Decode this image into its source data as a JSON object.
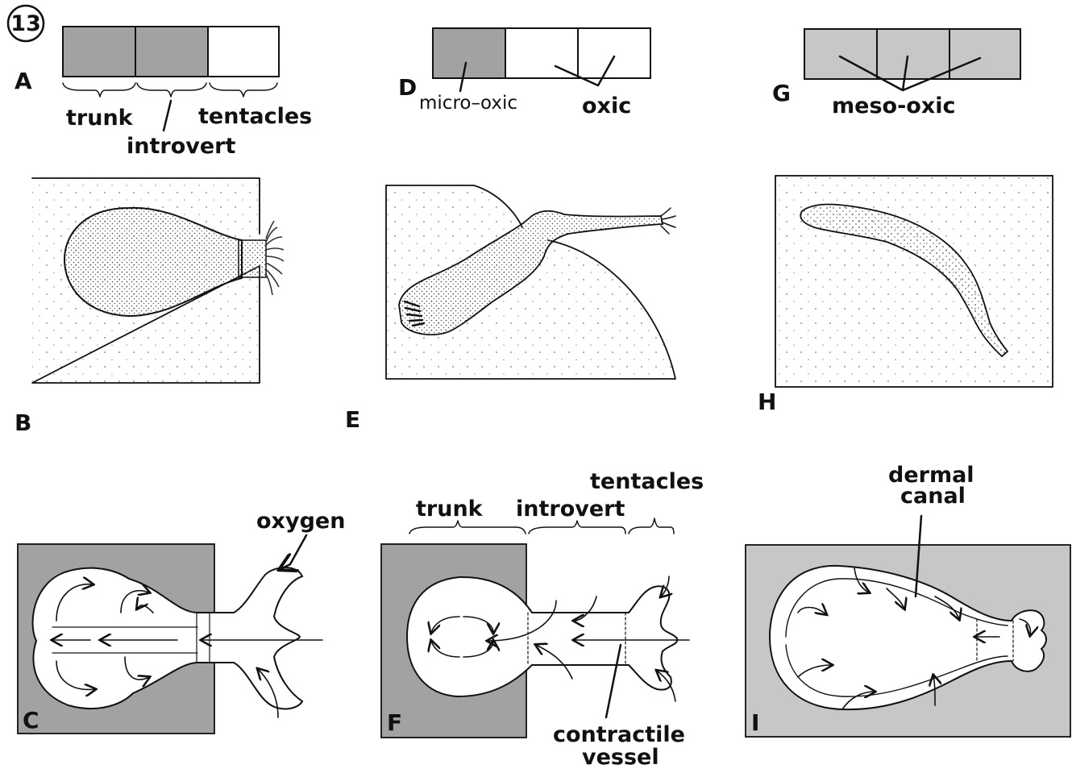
{
  "figure_number": "13",
  "panels": {
    "A": {
      "letter": "A",
      "labels": {
        "trunk": "trunk",
        "introvert": "introvert",
        "tentacles": "tentacles"
      }
    },
    "B": {
      "letter": "B"
    },
    "C": {
      "letter": "C",
      "labels": {
        "oxygen": "oxygen"
      }
    },
    "D": {
      "letter": "D",
      "labels": {
        "micro_oxic": "micro–oxic",
        "oxic": "oxic"
      }
    },
    "E": {
      "letter": "E"
    },
    "F": {
      "letter": "F",
      "labels": {
        "trunk": "trunk",
        "introvert": "introvert",
        "tentacles": "tentacles",
        "contractile": "contractile",
        "vessel": "vessel"
      }
    },
    "G": {
      "letter": "G",
      "labels": {
        "meso_oxic": "meso-oxic"
      }
    },
    "H": {
      "letter": "H"
    },
    "I": {
      "letter": "I",
      "labels": {
        "dermal": "dermal",
        "canal": "canal"
      }
    }
  },
  "colors": {
    "dark_gray": "#a2a2a2",
    "light_gray": "#c7c7c7",
    "line": "#111111",
    "paper": "#ffffff"
  }
}
